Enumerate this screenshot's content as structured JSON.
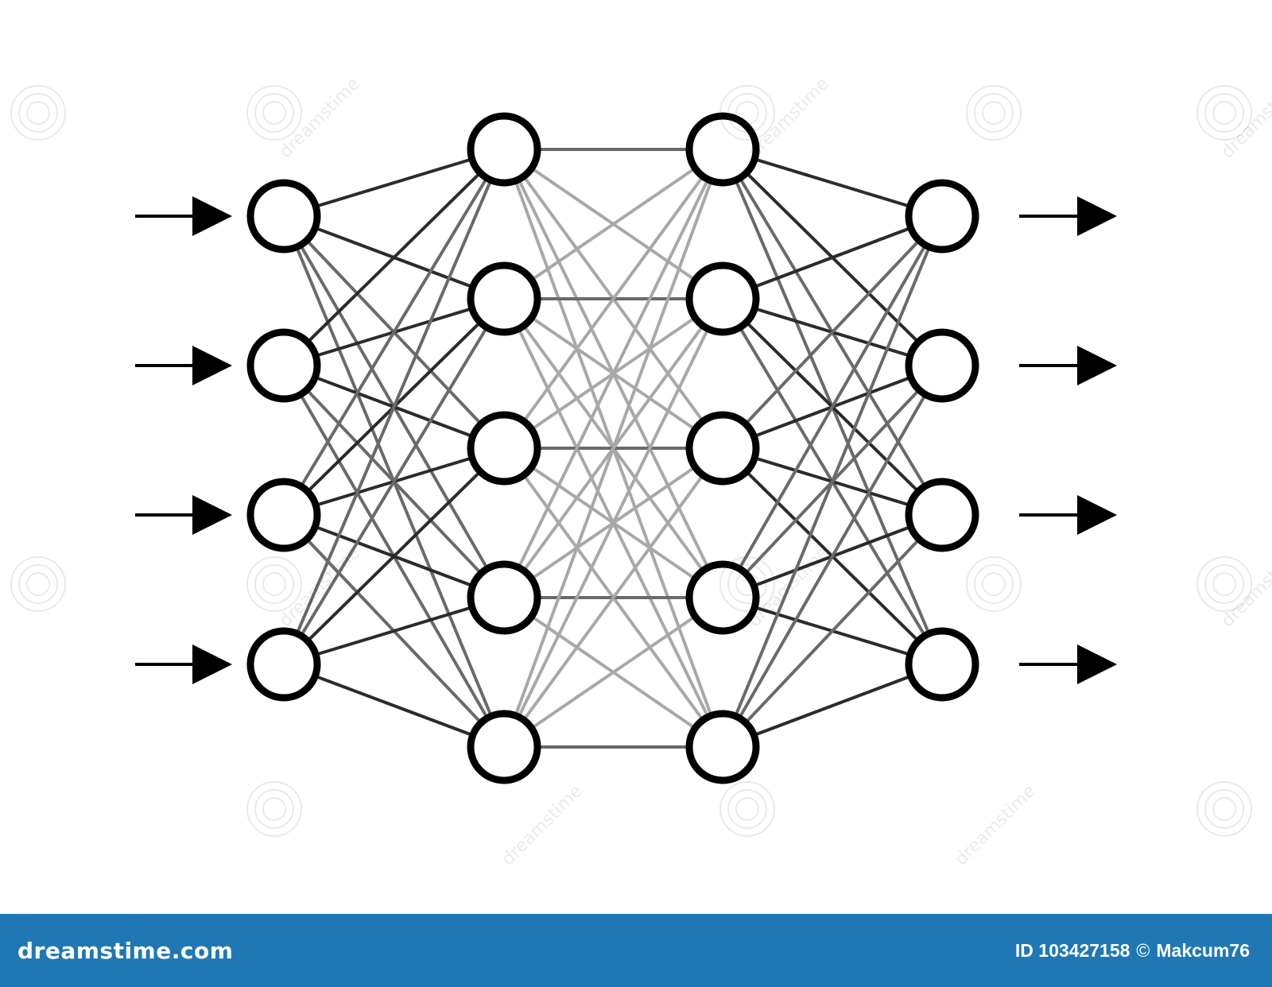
{
  "diagram": {
    "type": "neural-network",
    "layers": [
      {
        "nodes": 4
      },
      {
        "nodes": 5
      },
      {
        "nodes": 5
      },
      {
        "nodes": 4
      }
    ],
    "input_arrows": 4,
    "output_arrows": 4,
    "node_stroke_color": "#000000",
    "node_fill_color": "#ffffff",
    "arrow_color": "#000000",
    "edge_colors": [
      "#2b2b2b",
      "#6a6a6a",
      "#a8a8a8"
    ]
  },
  "watermark": {
    "text": "dreamstime"
  },
  "footer": {
    "background_color": "#1f78b4",
    "logo": "dreamstime.com",
    "id_label": "ID 103427158",
    "copyright_symbol": "©",
    "author": "Makcum76"
  }
}
